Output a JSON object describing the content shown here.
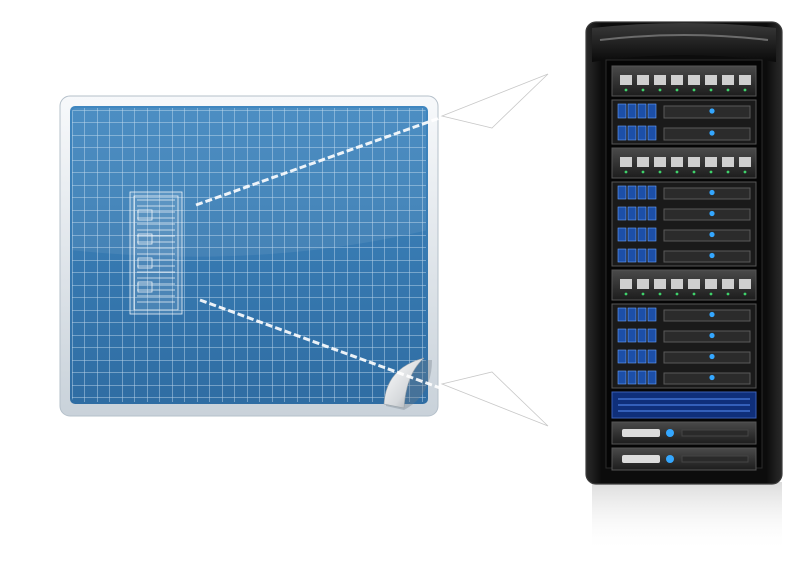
{
  "scene": {
    "blueprint": {
      "board_color": "#3b7fb6",
      "grid_color": "#cfe3f3",
      "frame_color": "#e9eef3",
      "has_curled_corner": true
    },
    "server_rack": {
      "body_color": "#121212",
      "units": [
        {
          "type": "1u-switch"
        },
        {
          "type": "2u-drive-server"
        },
        {
          "type": "1u-switch"
        },
        {
          "type": "4u-drive-server"
        },
        {
          "type": "1u-switch"
        },
        {
          "type": "4u-drive-server"
        },
        {
          "type": "1u-blue-panel"
        },
        {
          "type": "1u-storage"
        },
        {
          "type": "1u-storage"
        }
      ],
      "led_color": "#34a7ff",
      "status_green": "#3fd36b"
    },
    "arrows": {
      "count": 2,
      "color": "#ffffff"
    }
  }
}
